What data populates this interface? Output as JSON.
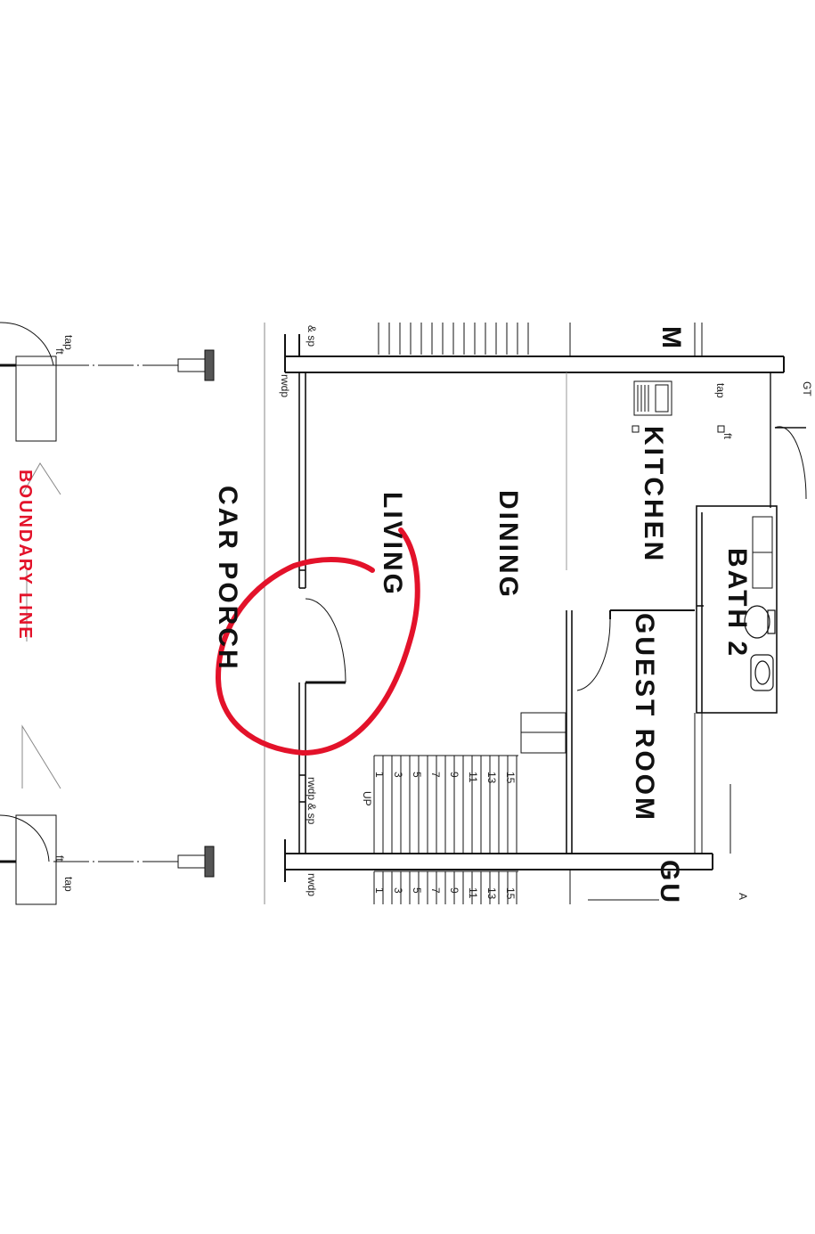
{
  "rooms": {
    "car_porch": "CAR PORCH",
    "living": "LIVING",
    "dining": "DINING",
    "kitchen": "KITCHEN",
    "guest_room": "GUEST ROOM",
    "bath2": "BATH 2",
    "gu_partial": "GU",
    "m_partial": "M"
  },
  "boundary_line": "BOUNDARY LINE",
  "fixtures": {
    "tap": "tap",
    "ft": "ft",
    "gt": "GT",
    "rwdp": "rwdp",
    "rwdp_sp": "rwdp & sp",
    "sp_partial": "& sp",
    "up": "UP",
    "a_partial": "A"
  },
  "stair_numbers": [
    "1",
    "3",
    "5",
    "7",
    "9",
    "11",
    "13",
    "15"
  ],
  "colors": {
    "wall": "#111111",
    "annotation": "#e3122a",
    "boundary": "#e3122a"
  }
}
